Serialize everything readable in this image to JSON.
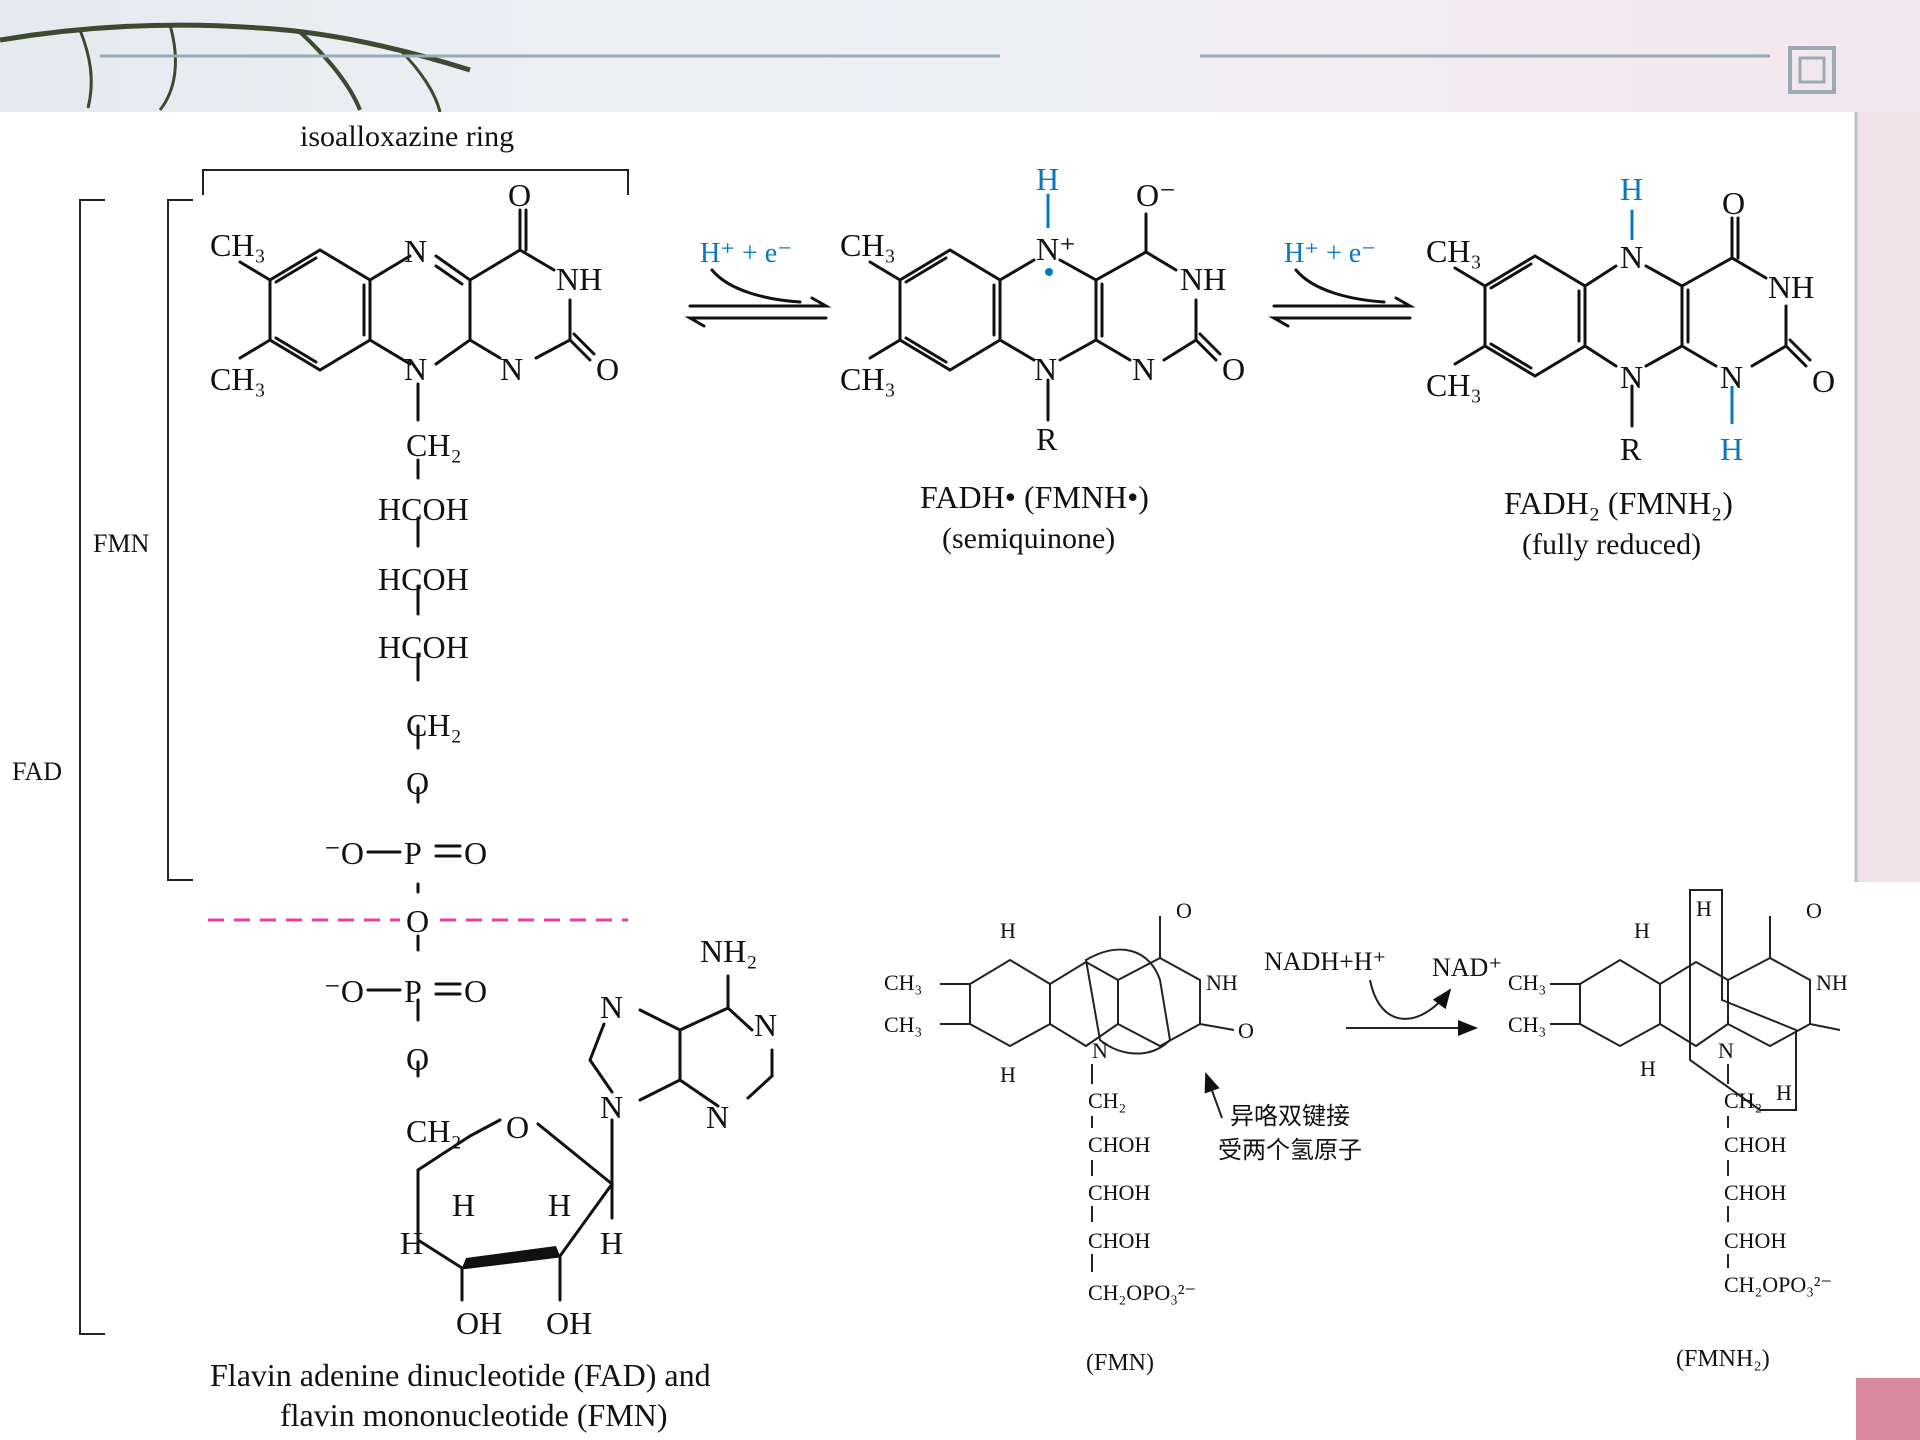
{
  "labels": {
    "isoalloxazine_ring": "isoalloxazine ring",
    "fmn_bracket": "FMN",
    "fad_bracket": "FAD",
    "fad_fmn_caption_1": "Flavin adenine dinucleotide (FAD) and",
    "fad_fmn_caption_2": "flavin mononucleotide (FMN)",
    "semiquinone_name": "FADH• (FMNH•)",
    "semiquinone_state": "(semiquinone)",
    "reduced_name": "FADH₂ (FMNH₂)",
    "reduced_state": "(fully reduced)",
    "step1": "H⁺ + e⁻",
    "step2": "H⁺ + e⁻",
    "nadh": "NADH+H⁺",
    "nad": "NAD⁺",
    "note_line1": "异咯双键接",
    "note_line2": "受两个氢原子",
    "fmn_caption": "(FMN)",
    "fmnh2_caption": "(FMNH₂)"
  },
  "atoms": {
    "ch3": "CH₃",
    "ch2": "CH₂",
    "hcoh": "HCOH",
    "choh": "CHOH",
    "n": "N",
    "nh": "NH",
    "o": "O",
    "o_minus": "O⁻",
    "n_plus": "N⁺",
    "h": "H",
    "r": "R",
    "nh2": "NH₂",
    "p": "P",
    "o_minus_prefix": "⁻O",
    "oh": "OH",
    "ch2opo3": "CH₂OPO₃²⁻",
    "ch3_small": "CH₃"
  },
  "colors": {
    "hydrogen_highlight": "#0a78c0",
    "dashed_divider": "#e8409a"
  }
}
